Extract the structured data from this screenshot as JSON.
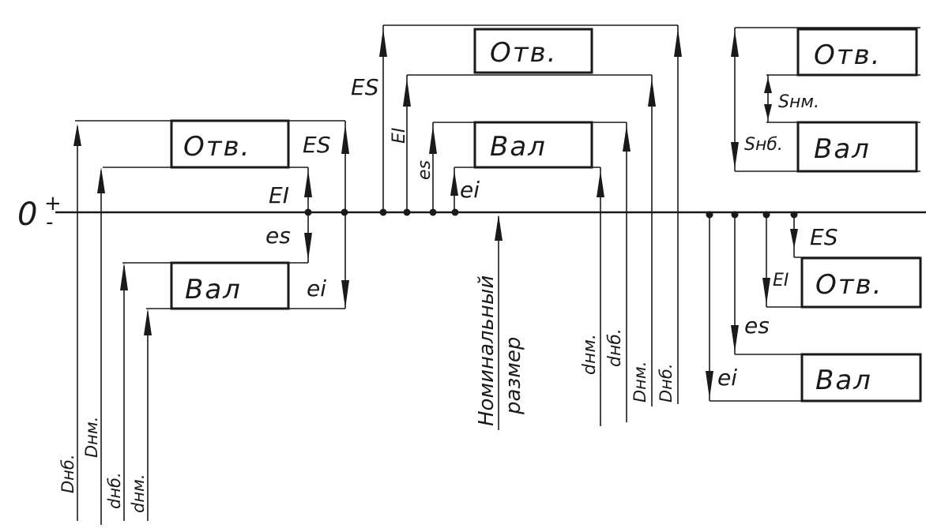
{
  "zero_line": {
    "zero": "0",
    "plus": "+",
    "minus": "-"
  },
  "box_labels": {
    "hole": "Отв.",
    "shaft": "Вал"
  },
  "deviations": {
    "ES": "ES",
    "EI": "EI",
    "es": "es",
    "ei": "ei"
  },
  "clearances": {
    "s_min": "Sнм.",
    "s_max": "Sнб."
  },
  "dimensions": {
    "D_max": "Dнб.",
    "D_min": "Dнм.",
    "d_max": "dнб.",
    "d_min": "dнм."
  },
  "nominal_size": {
    "line1": "Номинальный",
    "line2": "размер"
  }
}
